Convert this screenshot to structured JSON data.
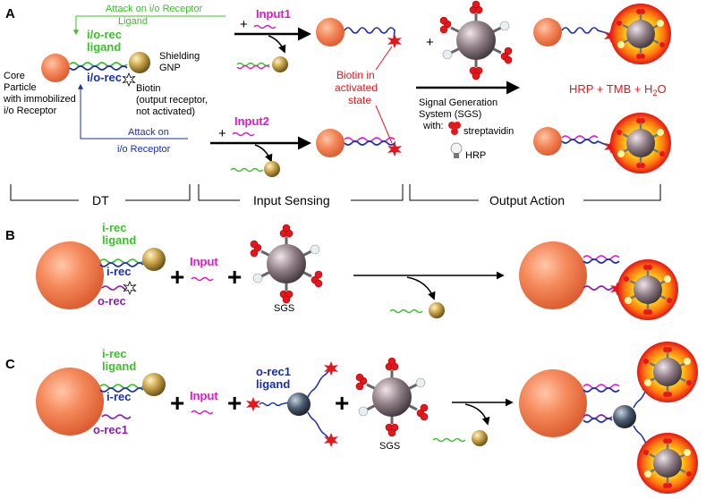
{
  "panels": {
    "a": "A",
    "b": "B",
    "c": "C"
  },
  "panel_a": {
    "core_label": [
      "Core",
      "Particle",
      "with immobilized",
      "i/o Receptor"
    ],
    "io_rec_ligand": [
      "i/o-rec",
      "ligand"
    ],
    "io_rec": "i/o-rec",
    "shielding": [
      "Shielding",
      "GNP"
    ],
    "biotin": [
      "Biotin",
      "(output receptor,",
      "not activated)"
    ],
    "attack_top": [
      "Attack on i/o Receptor",
      "Ligand"
    ],
    "attack_bottom": [
      "Attack on",
      "i/o Receptor"
    ],
    "input1": "Input1",
    "input2": "Input2",
    "biotin_activated": [
      "Biotin in",
      "activated",
      "state"
    ],
    "sgs": [
      "Signal Generation",
      "System (SGS)",
      "with:"
    ],
    "streptavidin": "streptavidin",
    "hrp": "HRP",
    "reaction": "HRP + TMB + H",
    "reaction_sub": "2",
    "reaction_o": "O",
    "section_dt": "DT",
    "section_input": "Input Sensing",
    "section_output": "Output Action"
  },
  "panel_b": {
    "i_rec_ligand": [
      "i-rec",
      "ligand"
    ],
    "i_rec": "i-rec",
    "o_rec": "o-rec",
    "input": "Input",
    "sgs": "SGS"
  },
  "panel_c": {
    "i_rec_ligand": [
      "i-rec",
      "ligand"
    ],
    "i_rec": "i-rec",
    "o_rec1": "o-rec1",
    "input": "Input",
    "o_rec1_ligand": [
      "o-rec1",
      "ligand"
    ],
    "sgs": "SGS"
  },
  "colors": {
    "core": "#f47a4d",
    "gold": "#b8953a",
    "green": "#3bbf2a",
    "blue": "#1a2fb0",
    "purple": "#8a1fae",
    "magenta": "#e017c9",
    "red": "#e4171c",
    "glow": "#ffcc00"
  }
}
